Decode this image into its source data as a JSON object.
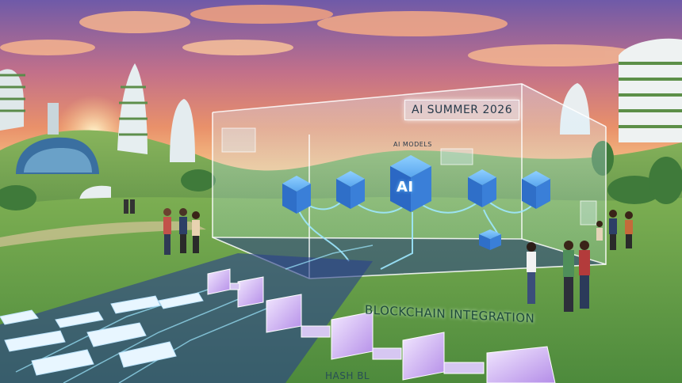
{
  "scene": {
    "banner_title": "AI SUMMER 2026",
    "panel_caption": "AI MODELS",
    "core_node_label": "AI",
    "chain_caption": "BLOCKCHAIN INTEGRATION",
    "chain_subcaption": "HASH BL"
  },
  "colors": {
    "sky_top": "#6f5aa8",
    "sky_mid": "#e9916a",
    "sky_horizon": "#f7c98a",
    "grass": "#7cae52",
    "node_blue": "#3a7fd8",
    "glow": "#9ee8ff",
    "chain_violet": "#c7a6f2"
  }
}
